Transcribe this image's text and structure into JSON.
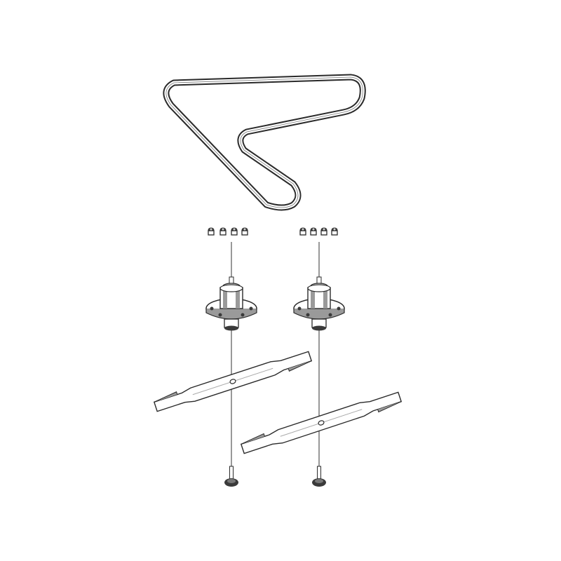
{
  "diagram": {
    "type": "exploded-parts-view",
    "components": [
      {
        "icon": "drive-belt-icon",
        "count": 1
      },
      {
        "icon": "nut-icon",
        "count": 8
      },
      {
        "icon": "spindle-assembly-icon",
        "count": 2
      },
      {
        "icon": "mower-blade-icon",
        "count": 2
      },
      {
        "icon": "blade-bolt-icon",
        "count": 2
      }
    ],
    "colors": {
      "line": "#2a2a2a",
      "fill": "#ffffff",
      "shade": "#9a9a9a",
      "dark": "#3a3a3a"
    }
  }
}
